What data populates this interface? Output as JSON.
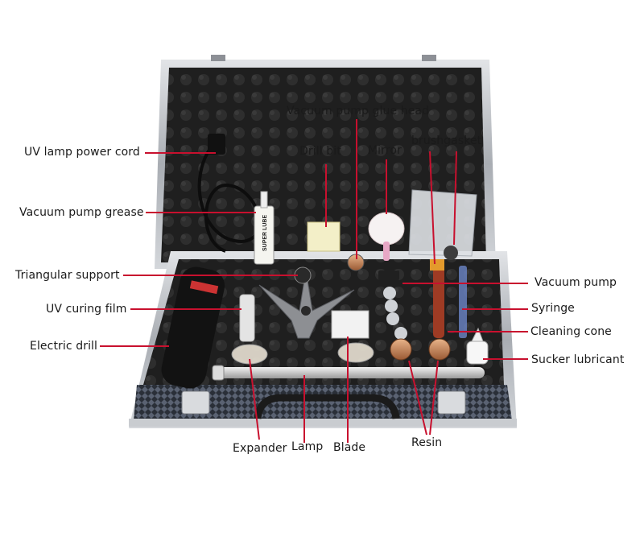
{
  "labels": {
    "uv_lamp_power_cord": "UV lamp power cord",
    "vacuum_pump_grease": "Vacuum pump grease",
    "triangular_support": "Triangular support",
    "uv_curing_film": "UV curing film",
    "electric_drill": "Electric drill",
    "vacuum_pump_glue_head": "Vacuum pump glue head",
    "drill_bit": "Drill bit",
    "mirror": "Mirror",
    "brushgasket": "brushgasket",
    "vacuum_pump": "Vacuum pump",
    "syringe": "Syringe",
    "cleaning_cone": "Cleaning cone",
    "sucker_lubricant": "Sucker lubricant",
    "expander": "Expander",
    "lamp": "Lamp",
    "blade": "Blade",
    "resin": "Resin"
  },
  "product_text": {
    "grease_tube_text": "SUPER LUBE"
  },
  "colors": {
    "leader_line": "#c8102e",
    "case_frame": "#b9bcc0",
    "foam": "#232323"
  }
}
